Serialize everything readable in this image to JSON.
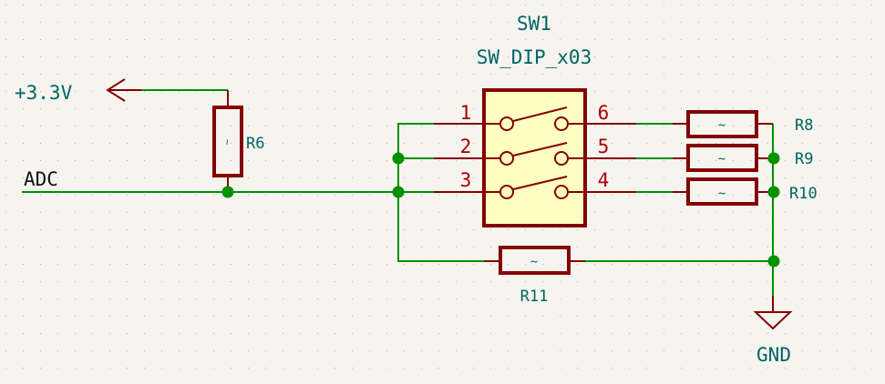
{
  "colors": {
    "background": "#f5f4ef",
    "wire": "#009000",
    "symbol_outline": "#840000",
    "symbol_fill": "#ffffc2",
    "reference_text": "#006464",
    "pin_number_text": "#a90000",
    "net_label_text": "#111111",
    "grid": "#b4b4b4"
  },
  "power": {
    "vcc_label": "+3.3V",
    "gnd_label": "GND"
  },
  "net_labels": {
    "adc": "ADC"
  },
  "switch": {
    "reference": "SW1",
    "value": "SW_DIP_x03",
    "left_pins": [
      "1",
      "2",
      "3"
    ],
    "right_pins": [
      "6",
      "5",
      "4"
    ]
  },
  "resistors": {
    "r6": {
      "reference": "R6",
      "value_glyph": "~"
    },
    "r8": {
      "reference": "R8",
      "value_glyph": "~"
    },
    "r9": {
      "reference": "R9",
      "value_glyph": "~"
    },
    "r10": {
      "reference": "R10",
      "value_glyph": "~"
    },
    "r11": {
      "reference": "R11",
      "value_glyph": "~"
    }
  }
}
